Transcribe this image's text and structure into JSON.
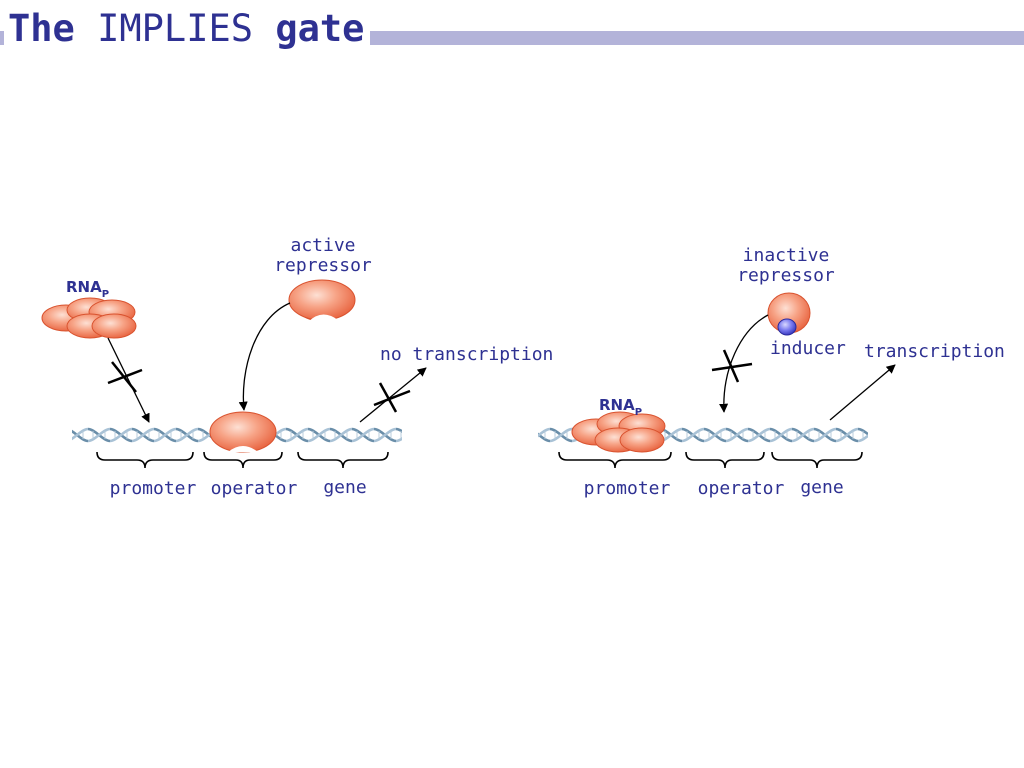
{
  "title": {
    "part1": "The ",
    "part2": "IMPLIES",
    "part3": " gate"
  },
  "colors": {
    "title_text": "#2e3192",
    "title_rule": "#b3b3d9",
    "protein": "#f07858",
    "inducer": "#4c4cd9",
    "dna": "#6a8ea9"
  },
  "left": {
    "rnap": "RNA",
    "rnap_sub": "P",
    "repressor_line1": "active",
    "repressor_line2": "repressor",
    "result": "no transcription",
    "promoter": "promoter",
    "operator": "operator",
    "gene": "gene"
  },
  "right": {
    "rnap": "RNA",
    "rnap_sub": "P",
    "repressor_line1": "inactive",
    "repressor_line2": "repressor",
    "inducer": "inducer",
    "result": "transcription",
    "promoter": "promoter",
    "operator": "operator",
    "gene": "gene"
  }
}
